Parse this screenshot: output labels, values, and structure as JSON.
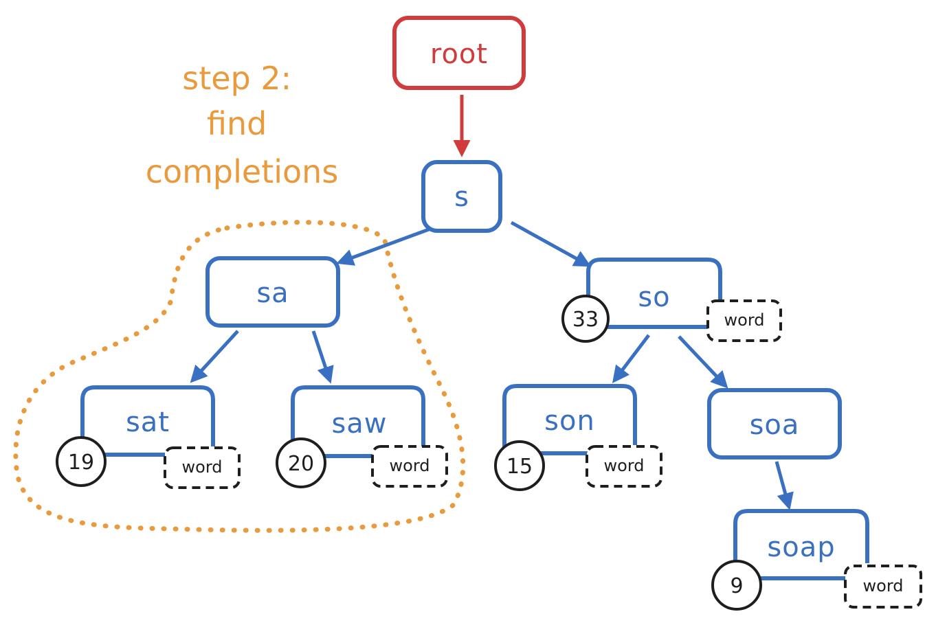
{
  "colors": {
    "root": "#d23b3b",
    "node": "#3a70c2",
    "annotation": "#e89a3c",
    "ink": "#1e1e1e"
  },
  "annotation": {
    "lines": [
      "step 2:",
      "find",
      "completions"
    ]
  },
  "nodes": {
    "root": {
      "label": "root"
    },
    "s": {
      "label": "s"
    },
    "sa": {
      "label": "sa"
    },
    "so": {
      "label": "so",
      "count": "33",
      "tag": "word"
    },
    "sat": {
      "label": "sat",
      "count": "19",
      "tag": "word"
    },
    "saw": {
      "label": "saw",
      "count": "20",
      "tag": "word"
    },
    "son": {
      "label": "son",
      "count": "15",
      "tag": "word"
    },
    "soa": {
      "label": "soa"
    },
    "soap": {
      "label": "soap",
      "count": "9",
      "tag": "word"
    }
  }
}
